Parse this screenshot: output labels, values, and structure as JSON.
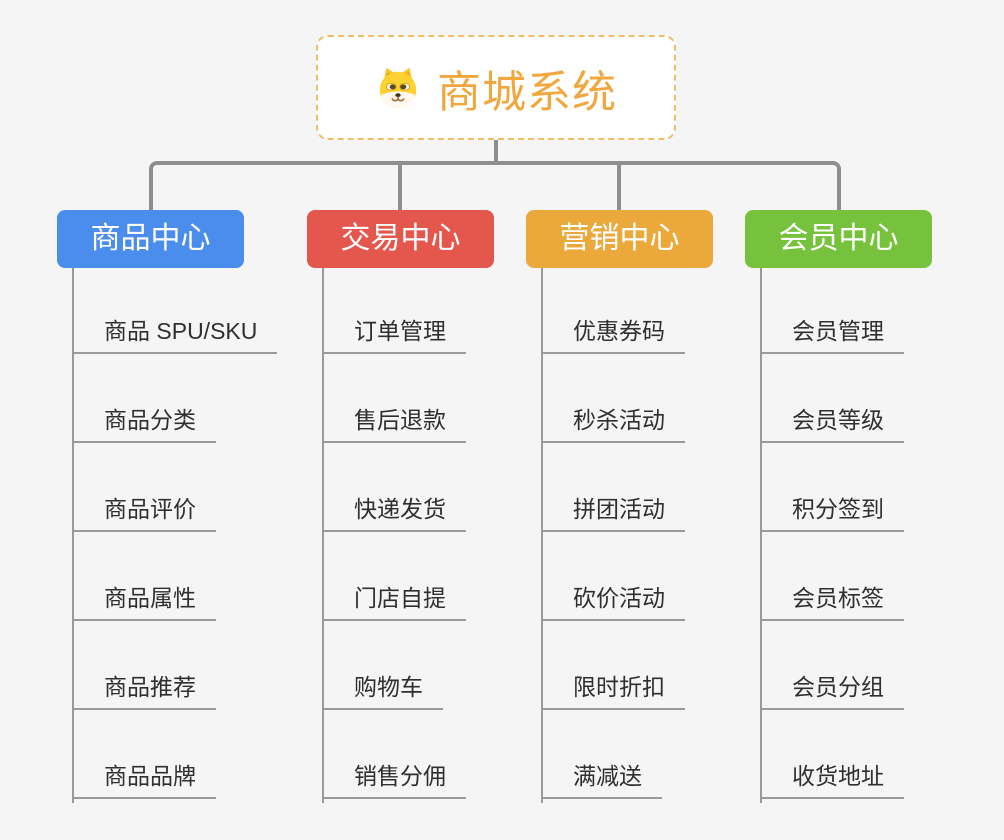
{
  "page": {
    "background": "#f5f5f6"
  },
  "root": {
    "title": "商城系统",
    "title_color": "#f1a73e",
    "border_color": "#f3bd66",
    "icon": "dog-face-icon"
  },
  "connector_color": "#8e8e8e",
  "leaf_line_color": "#9a9a9a",
  "leaf_text_color": "#2f2f2f",
  "branches": [
    {
      "label": "商品中心",
      "color": "#4b8dec",
      "items": [
        "商品 SPU/SKU",
        "商品分类",
        "商品评价",
        "商品属性",
        "商品推荐",
        "商品品牌"
      ]
    },
    {
      "label": "交易中心",
      "color": "#e4574d",
      "items": [
        "订单管理",
        "售后退款",
        "快递发货",
        "门店自提",
        "购物车",
        "销售分佣"
      ]
    },
    {
      "label": "营销中心",
      "color": "#eba93c",
      "items": [
        "优惠券码",
        "秒杀活动",
        "拼团活动",
        "砍价活动",
        "限时折扣",
        "满减送"
      ]
    },
    {
      "label": "会员中心",
      "color": "#77c23d",
      "items": [
        "会员管理",
        "会员等级",
        "积分签到",
        "会员标签",
        "会员分组",
        "收货地址"
      ]
    }
  ]
}
